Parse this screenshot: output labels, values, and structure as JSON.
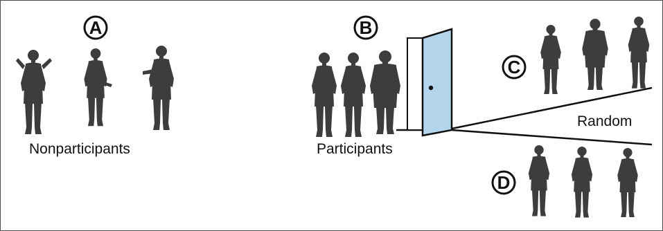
{
  "badges": {
    "a": "A",
    "b": "B",
    "c": "C",
    "d": "D"
  },
  "labels": {
    "nonparticipants": "Nonparticipants",
    "participants": "Participants",
    "random": "Random"
  },
  "colors": {
    "silhouette": "#3d3d3d",
    "door_fill": "#b4d6ec",
    "line": "#111111"
  }
}
